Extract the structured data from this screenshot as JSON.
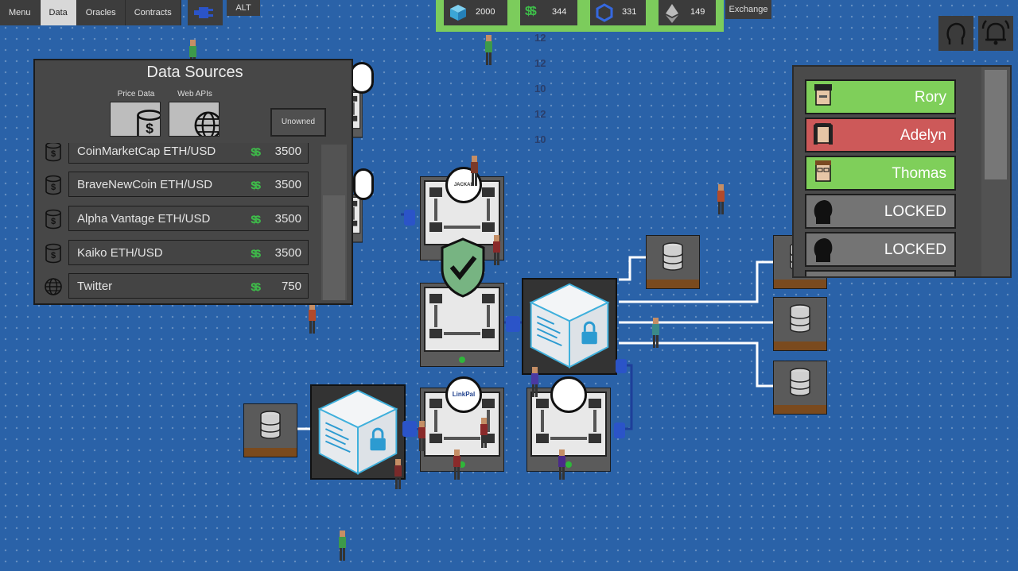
{
  "nav": {
    "items": [
      {
        "label": "Menu",
        "active": false
      },
      {
        "label": "Data",
        "active": true
      },
      {
        "label": "Oracles",
        "active": false
      },
      {
        "label": "Contracts",
        "active": false
      }
    ],
    "alt_label": "ALT",
    "exchange_label": "Exchange"
  },
  "resources": [
    {
      "icon": "cube-icon",
      "value": "2000"
    },
    {
      "icon": "dollar-icon",
      "value": "344"
    },
    {
      "icon": "hexagon-icon",
      "value": "331"
    },
    {
      "icon": "ethereum-icon",
      "value": "149"
    }
  ],
  "world_numbers": [
    "12",
    "12",
    "10",
    "12",
    "10"
  ],
  "data_sources": {
    "title": "Data Sources",
    "categories": [
      {
        "label": "Price Data",
        "icon": "database-dollar-icon"
      },
      {
        "label": "Web APIs",
        "icon": "globe-icon"
      }
    ],
    "filter_label": "Unowned",
    "items": [
      {
        "name": "CoinMarketCap ETH/USD",
        "price": "3500",
        "icon": "database-dollar-icon"
      },
      {
        "name": "BraveNewCoin ETH/USD",
        "price": "3500",
        "icon": "database-dollar-icon"
      },
      {
        "name": "Alpha Vantage ETH/USD",
        "price": "3500",
        "icon": "database-dollar-icon"
      },
      {
        "name": "Kaiko ETH/USD",
        "price": "3500",
        "icon": "database-dollar-icon"
      },
      {
        "name": "Twitter",
        "price": "750",
        "icon": "globe-icon"
      }
    ],
    "currency_glyph": "$$"
  },
  "players": [
    {
      "name": "Rory",
      "status": "green"
    },
    {
      "name": "Adelyn",
      "status": "red"
    },
    {
      "name": "Thomas",
      "status": "green"
    },
    {
      "name": "LOCKED",
      "status": "locked"
    },
    {
      "name": "LOCKED",
      "status": "locked"
    }
  ],
  "machine_badges": {
    "jackal": "JACKAL",
    "linkpal": "LinkPal"
  },
  "colors": {
    "background": "#2a62a8",
    "accent_green": "#7ccc5c",
    "status_red": "#cd5959",
    "panel": "#474747"
  }
}
